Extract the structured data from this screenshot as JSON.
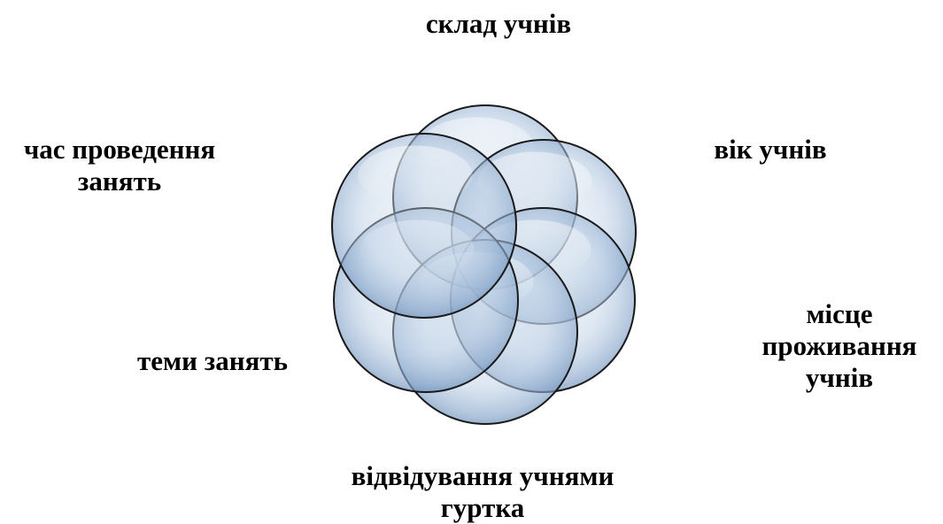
{
  "diagram": {
    "fill_color": "#9fbbd8",
    "highlight_color": "#ffffff",
    "stroke_color": "#1a1a1a",
    "labels": {
      "top": {
        "lines": [
          "склад учнів"
        ]
      },
      "upper_right": {
        "lines": [
          "вік учнів"
        ]
      },
      "upper_left": {
        "lines": [
          "час проведення",
          "занять"
        ]
      },
      "lower_left": {
        "lines": [
          "теми занять"
        ]
      },
      "lower_right": {
        "lines": [
          "місце",
          "проживання",
          "учнів"
        ]
      },
      "bottom": {
        "lines": [
          "відвідування учнями",
          "гуртка"
        ]
      }
    }
  }
}
